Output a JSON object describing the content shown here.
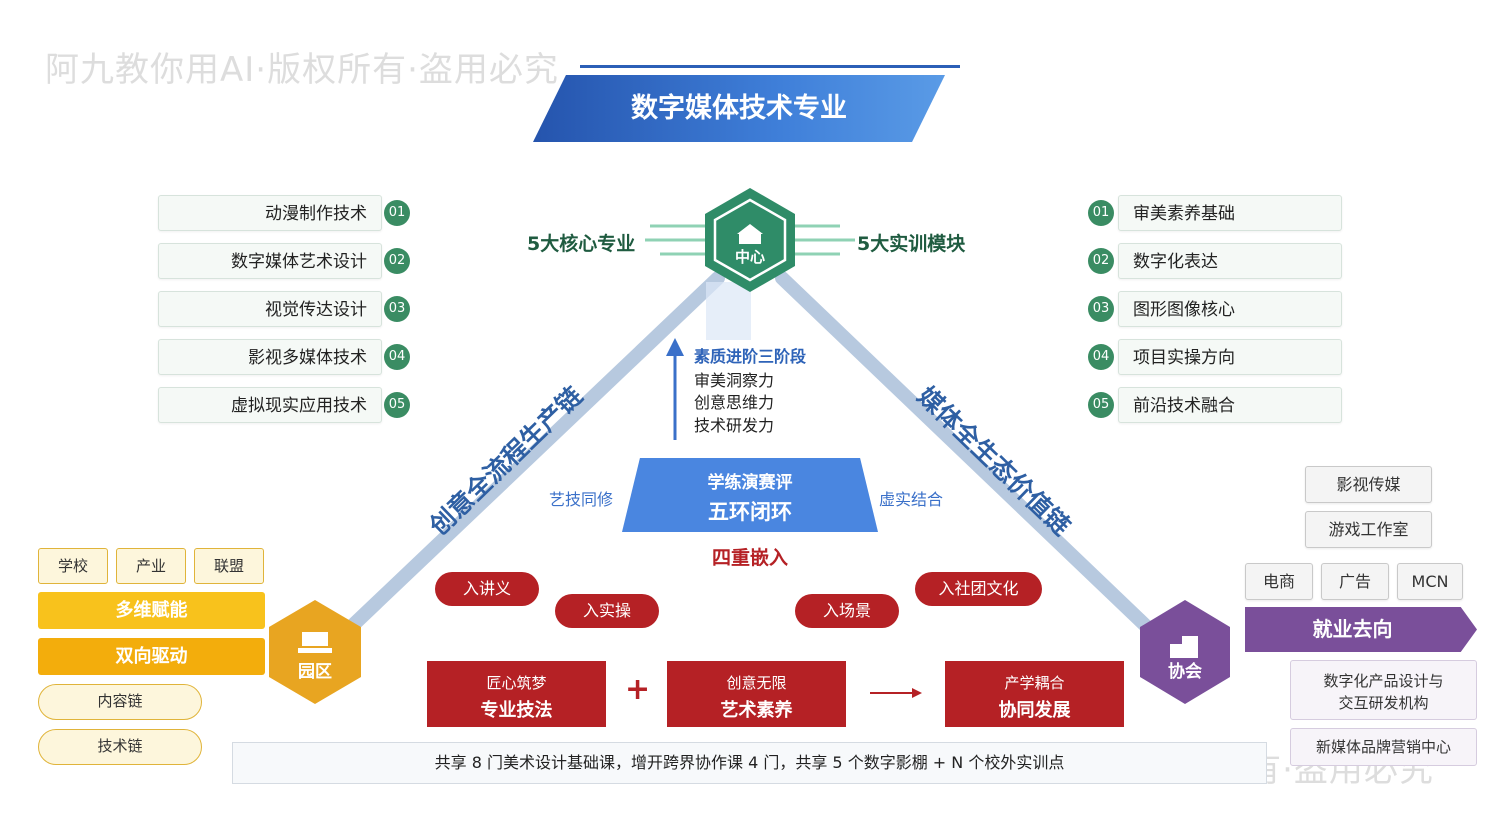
{
  "watermark": "阿九教你用AI·版权所有·盗用必究",
  "title": "数字媒体技术专业",
  "center": {
    "label": "中心",
    "left_label": "5大核心专业",
    "right_label": "5大实训模块"
  },
  "left_list": [
    {
      "num": "01",
      "label": "动漫制作技术"
    },
    {
      "num": "02",
      "label": "数字媒体艺术设计"
    },
    {
      "num": "03",
      "label": "视觉传达设计"
    },
    {
      "num": "04",
      "label": "影视多媒体技术"
    },
    {
      "num": "05",
      "label": "虚拟现实应用技术"
    }
  ],
  "right_list": [
    {
      "num": "01",
      "label": "审美素养基础"
    },
    {
      "num": "02",
      "label": "数字化表达"
    },
    {
      "num": "03",
      "label": "图形图像核心"
    },
    {
      "num": "04",
      "label": "项目实操方向"
    },
    {
      "num": "05",
      "label": "前沿技术融合"
    }
  ],
  "left_chain": "创意全流程生产链",
  "right_chain": "媒体全生态价值链",
  "stages": {
    "title": "素质进阶三阶段",
    "items": [
      "审美洞察力",
      "创意思维力",
      "技术研发力"
    ]
  },
  "loop": {
    "line1": "学练演赛评",
    "line2": "五环闭环",
    "left_label": "艺技同修",
    "right_label": "虚实结合",
    "embed": "四重嵌入"
  },
  "pills": [
    "入讲义",
    "入实操",
    "入场景",
    "入社团文化"
  ],
  "red_boxes": [
    {
      "l1": "匠心筑梦",
      "l2": "专业技法"
    },
    {
      "l1": "创意无限",
      "l2": "艺术素养"
    },
    {
      "l1": "产学耦合",
      "l2": "协同发展"
    }
  ],
  "bottom_text": "共享 8 门美术设计基础课，增开跨界协作课 4 门，共享 5 个数字影棚 + N 个校外实训点",
  "left_node": "园区",
  "right_node": "协会",
  "left_tags": {
    "top": [
      "学校",
      "产业",
      "联盟"
    ],
    "bars": [
      "多维赋能",
      "双向驱动"
    ],
    "rounds": [
      "内容链",
      "技术链"
    ]
  },
  "right_tags": {
    "top": [
      "影视传媒",
      "游戏工作室"
    ],
    "row": [
      "电商",
      "广告",
      "MCN"
    ],
    "arrow": "就业去向",
    "boxes": [
      "数字化产品设计与\n交互研发机构",
      "新媒体品牌营销中心"
    ]
  },
  "colors": {
    "green": "#3a8c63",
    "blue": "#4a86e0",
    "red": "#b52125",
    "gold": "#e8a521",
    "purple": "#7a4f9a",
    "diagonal": "#b7c9df"
  }
}
